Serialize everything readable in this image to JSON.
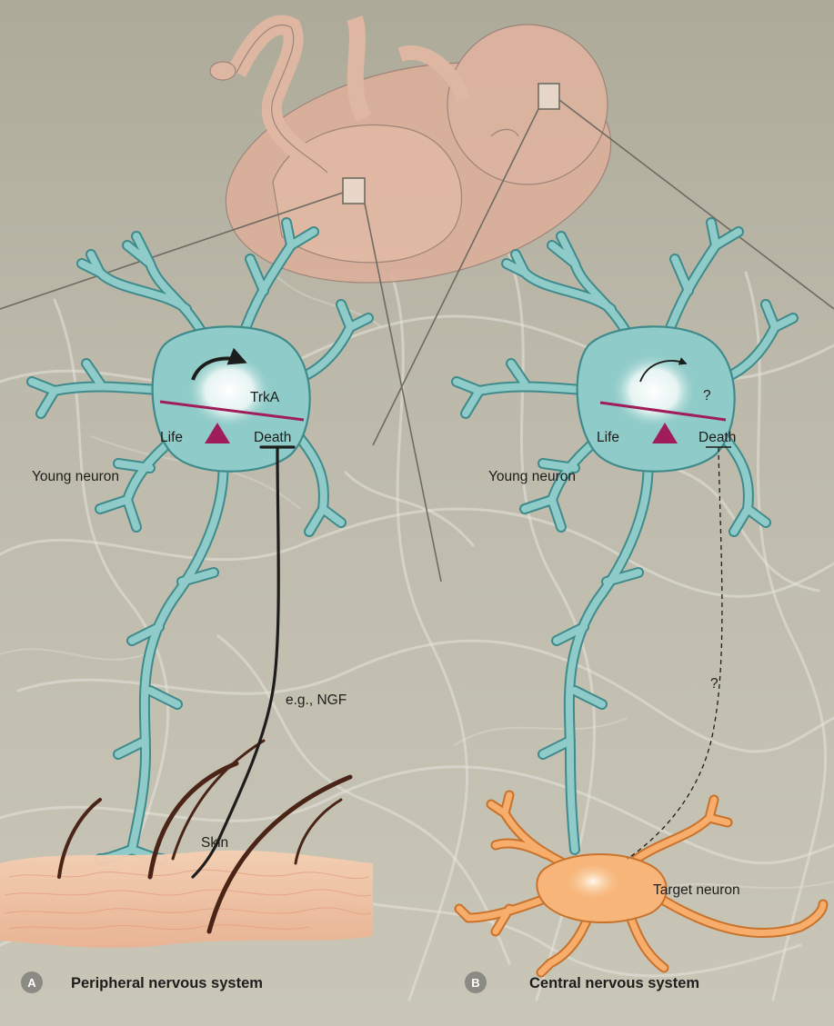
{
  "panel_a": {
    "badge": "A",
    "title": "Peripheral nervous system",
    "neuron_label": "Young neuron",
    "life_label": "Life",
    "death_label": "Death",
    "receptor_label": "TrkA",
    "signal_label": "e.g., NGF",
    "target_label": "Skin"
  },
  "panel_b": {
    "badge": "B",
    "title": "Central nervous system",
    "neuron_label": "Young neuron",
    "life_label": "Life",
    "death_label": "Death",
    "receptor_label": "?",
    "signal_label": "?",
    "target_label": "Target neuron"
  },
  "colors": {
    "background": "#cfccbe",
    "top_background": "#b1ae9e",
    "neuron_fill": "#8fcbc8",
    "neuron_outline": "#3f8b8c",
    "balance_bar": "#a01d5c",
    "fetus": "#e7b9a4",
    "skin": "#f1c3a3",
    "target_neuron": "#f19a52"
  }
}
